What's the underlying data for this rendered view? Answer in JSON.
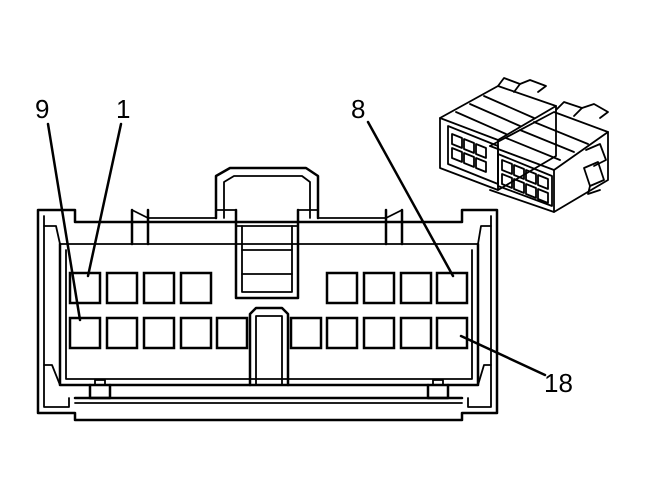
{
  "callouts": {
    "pin_9": "9",
    "pin_1": "1",
    "pin_8": "8",
    "pin_18": "18"
  },
  "connector": {
    "top_row_cavities": 8,
    "bottom_row_cavities": 10
  }
}
